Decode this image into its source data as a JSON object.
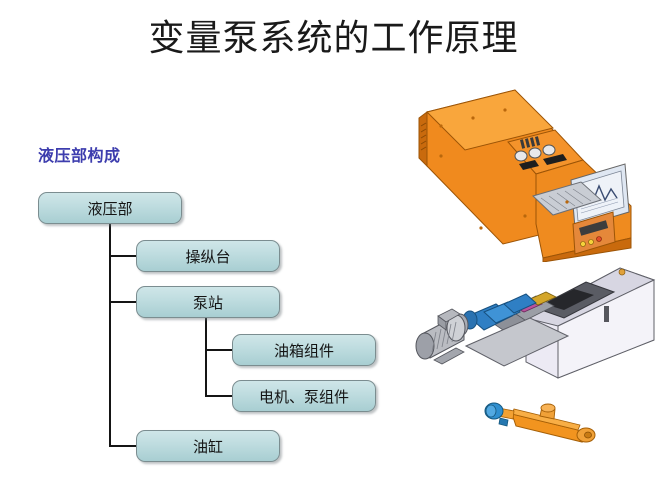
{
  "slide": {
    "title": "变量泵系统的工作原理",
    "section_heading": "液压部构成",
    "background_color": "#ffffff",
    "title_color": "#1a1a1a",
    "heading_color": "#3d3dae",
    "node_fill_color": "#bedcdf",
    "node_border_color": "#7b8d90",
    "connector_color": "#151515"
  },
  "tree": {
    "root": {
      "label": "液压部"
    },
    "level2": [
      {
        "label": "操纵台"
      },
      {
        "label": "泵站"
      },
      {
        "label": "油缸"
      }
    ],
    "level3": [
      {
        "label": "油箱组件"
      },
      {
        "label": "电机、泵组件"
      }
    ]
  },
  "illustrations": [
    {
      "name": "control-console",
      "caption_ref": "操纵台",
      "primary_color": "#f08a1e",
      "accent_color": "#c96a0d",
      "screen_color": "#dfe7f2"
    },
    {
      "name": "pump-station",
      "caption_ref": "泵站",
      "motor_color": "#b9bcc2",
      "pump_color": "#2f7fc4",
      "tank_color": "#eceaf4"
    },
    {
      "name": "hydraulic-cylinder",
      "caption_ref": "油缸",
      "body_color": "#f2941f",
      "cap_color": "#2f8fd0"
    }
  ]
}
